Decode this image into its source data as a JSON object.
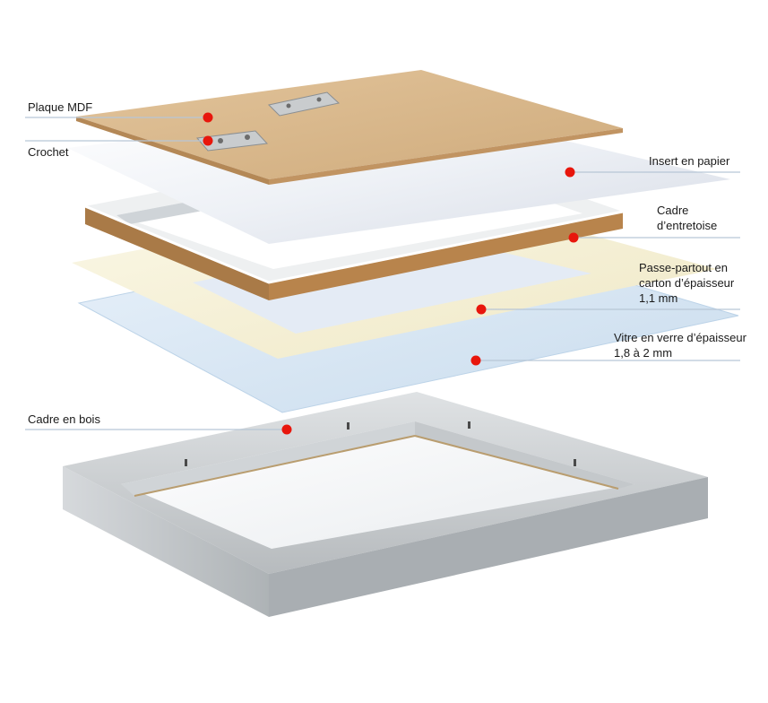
{
  "labels": {
    "plaque_mdf": [
      "Plaque MDF"
    ],
    "crochet": [
      "Crochet"
    ],
    "insert_papier": [
      "Insert en papier"
    ],
    "cadre_entretoise": [
      "Cadre",
      "d’entretoise"
    ],
    "passe_partout": [
      "Passe-partout en",
      "carton d’épaisseur",
      "1,1 mm"
    ],
    "vitre": [
      "Vitre en verre d’épaisseur",
      "1,8 à 2 mm"
    ],
    "cadre_bois": [
      "Cadre en bois"
    ]
  },
  "colors": {
    "dot": "#e8160c",
    "leader": "#b7c6d6",
    "mdf_top": "#d9b98e",
    "mdf_edge": "#a97a47",
    "passe_partout": "#f6f2dc",
    "glass": "#dbe9f6",
    "aluminium": "#c9ccce"
  }
}
